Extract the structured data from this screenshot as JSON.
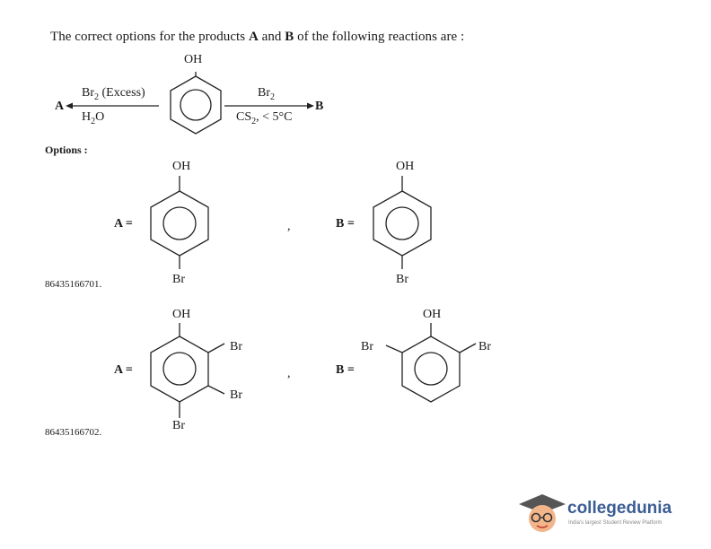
{
  "question": {
    "pre": "The correct options for the products ",
    "a": "A",
    "mid": " and ",
    "b": "B",
    "post": " of the following reactions are :"
  },
  "reaction": {
    "oh": "OH",
    "left_product": "A",
    "left_reagent_br": "Br",
    "left_reagent_br_sub": "2",
    "left_reagent_excess": " (Excess)",
    "left_solvent_h": "H",
    "left_solvent_sub": "2",
    "left_solvent_o": "O",
    "right_reagent_br": "Br",
    "right_reagent_sub": "2",
    "right_cond_cs": "CS",
    "right_cond_sub": "2",
    "right_cond_rest": ", < 5°C",
    "right_product": "B"
  },
  "options_label": "Options :",
  "options": [
    {
      "id": "86435166701.",
      "a_label": "A =",
      "a_top": "OH",
      "a_bottom": "Br",
      "separator": ",",
      "b_label": "B =",
      "b_top": "OH",
      "b_bottom": "Br"
    },
    {
      "id": "86435166702.",
      "a_label": "A =",
      "a_top": "OH",
      "a_right_top": "Br",
      "a_right_bottom": "Br",
      "a_bottom": "Br",
      "separator": ",",
      "b_label": "B =",
      "b_top": "OH",
      "b_left_top": "Br",
      "b_right_top": "Br"
    }
  ],
  "watermark": {
    "name": "collegedunia",
    "tagline": "India's largest Student Review Platform"
  }
}
